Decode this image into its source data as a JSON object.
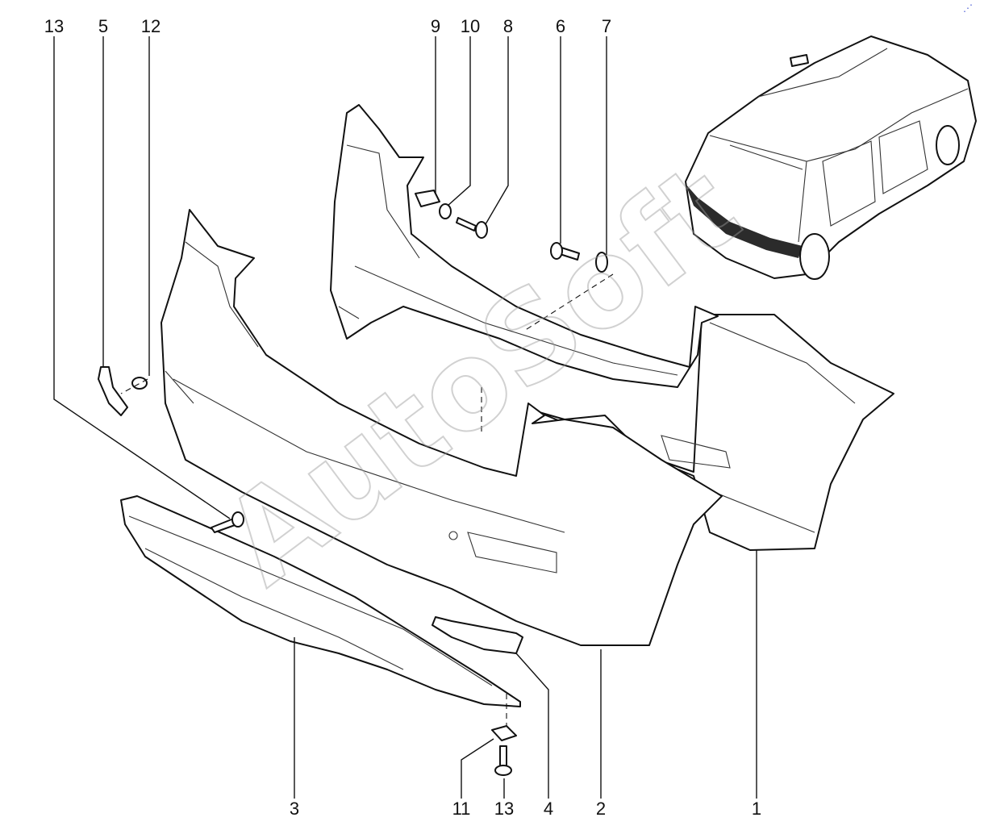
{
  "watermark": "AutoSoft",
  "corner_mark": "⋰",
  "callouts": [
    {
      "id": "13",
      "key": "c13"
    },
    {
      "id": "5",
      "key": "c5"
    },
    {
      "id": "12",
      "key": "c12"
    },
    {
      "id": "9",
      "key": "c9"
    },
    {
      "id": "10",
      "key": "c10"
    },
    {
      "id": "8",
      "key": "c8"
    },
    {
      "id": "6",
      "key": "c6"
    },
    {
      "id": "7",
      "key": "c7"
    },
    {
      "id": "3",
      "key": "c3"
    },
    {
      "id": "11",
      "key": "c11"
    },
    {
      "id": "13",
      "key": "c13b"
    },
    {
      "id": "4",
      "key": "c4"
    },
    {
      "id": "2",
      "key": "c2"
    },
    {
      "id": "1",
      "key": "c1"
    }
  ],
  "labels": {
    "c13": "13",
    "c5": "5",
    "c12": "12",
    "c9": "9",
    "c10": "10",
    "c8": "8",
    "c6": "6",
    "c7": "7",
    "c3": "3",
    "c11": "11",
    "c13b": "13",
    "c4": "4",
    "c2": "2",
    "c1": "1"
  }
}
